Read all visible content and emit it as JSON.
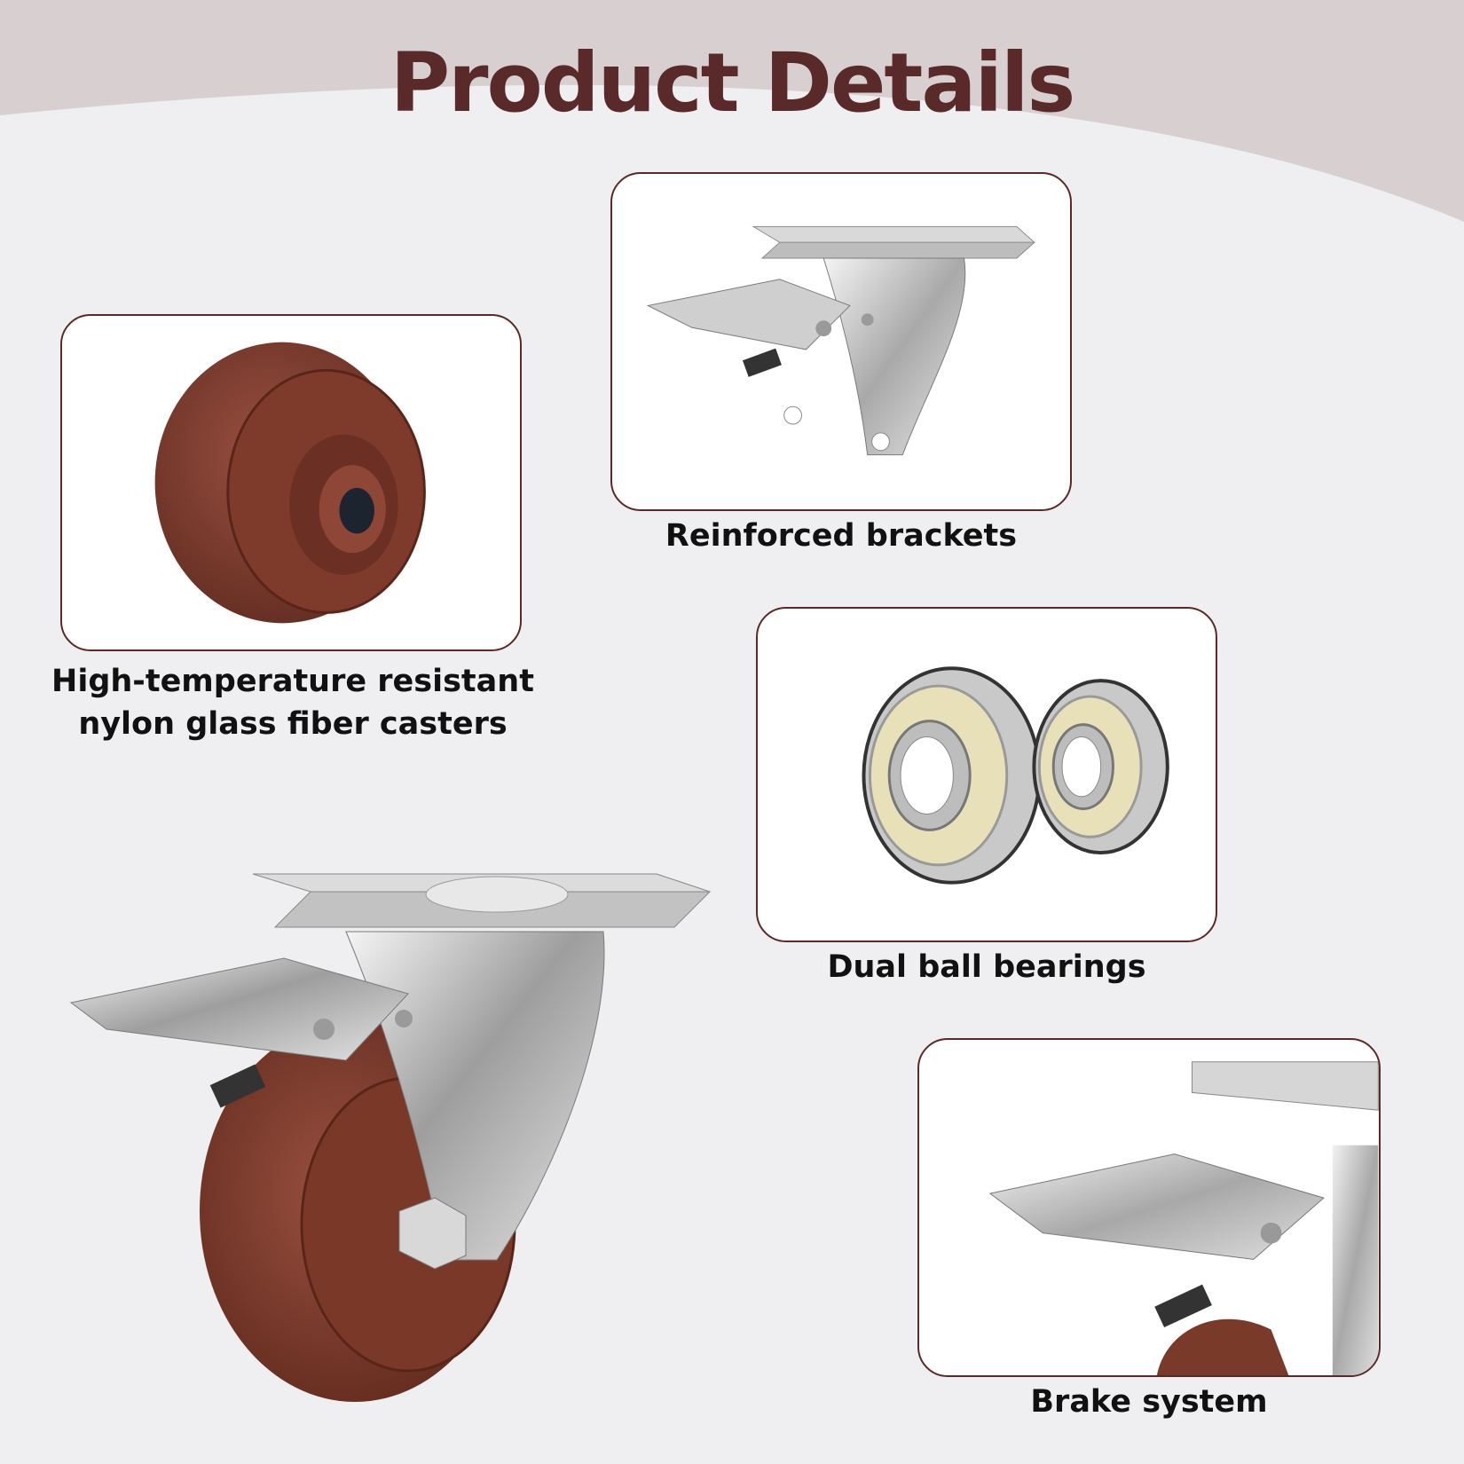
{
  "page": {
    "title": "Product Details"
  },
  "features": [
    {
      "caption": "Reinforced brackets",
      "icon": "caster-bracket-image"
    },
    {
      "caption_line1": "High-temperature resistant",
      "caption_line2": "nylon glass fiber casters",
      "icon": "nylon-wheel-image"
    },
    {
      "caption": "Dual ball bearings",
      "icon": "ball-bearings-image"
    },
    {
      "caption": "Brake system",
      "icon": "brake-closeup-image"
    }
  ],
  "colors": {
    "title": "#5a2a2a",
    "card_border": "#5a2a2a",
    "wheel": "#7a3a2a",
    "background": "#efeef1",
    "background_top": "#d7cfcf"
  }
}
